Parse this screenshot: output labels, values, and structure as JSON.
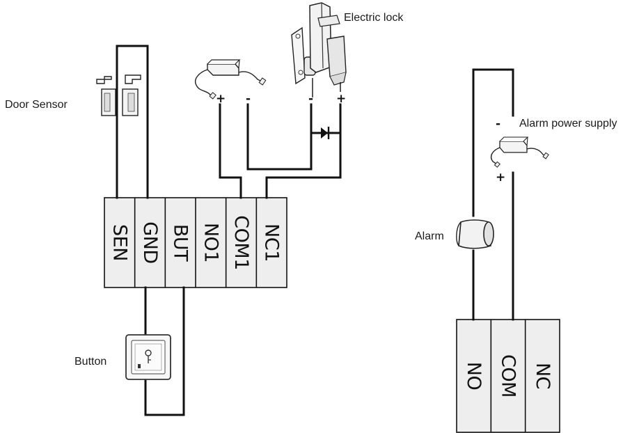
{
  "labels": {
    "door_sensor": "Door Sensor",
    "electric_lock": "Electric lock",
    "button": "Button",
    "alarm_power_supply": "Alarm power supply",
    "alarm": "Alarm"
  },
  "polarity": {
    "lock_psu_plus": "+",
    "lock_psu_minus": "-",
    "lock_minus": "-",
    "lock_plus": "+",
    "alarm_psu_minus": "-",
    "alarm_psu_plus": "+"
  },
  "controller_terminals": [
    "SEN",
    "GND",
    "BUT",
    "NO1",
    "COM1",
    "NC1"
  ],
  "relay_terminals": [
    "NO",
    "COM",
    "NC"
  ],
  "colors": {
    "line": "#111111",
    "terminal_fill": "#eeeeee"
  }
}
